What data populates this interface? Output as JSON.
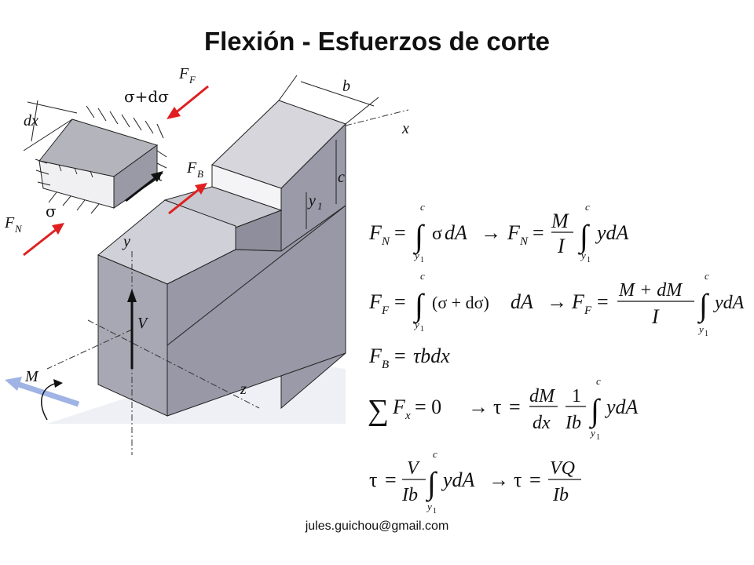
{
  "title": "Flexión - Esfuerzos de corte",
  "footer": "jules.guichou@gmail.com",
  "labels": {
    "b": "b",
    "x": "x",
    "c": "c",
    "y1": "y",
    "y1_sub": "1",
    "y": "y",
    "V": "V",
    "M": "M",
    "z": "z",
    "dx": "dx",
    "sigma_dsigma": "σ+dσ",
    "sigma": "σ",
    "tau": "τ",
    "FF": "F",
    "FF_sub": "F",
    "FB": "F",
    "FB_sub": "B",
    "FN": "F",
    "FN_sub": "N"
  },
  "equations": [
    {
      "left": "Fₙ = ∫ σdA",
      "right": "→ Fₙ = (M / I) ∫ ydA"
    },
    {
      "left": "F_F = ∫ (σ + dσ)dA",
      "right": "→ F_F = ((M + dM) / I) ∫ ydA"
    },
    {
      "left": "F_B = τbdx",
      "right": ""
    },
    {
      "left": "ΣF_x = 0",
      "right": "→ τ = (dM/dx)(1/Ib) ∫ ydA"
    },
    {
      "left": "τ = (V/Ib) ∫ ydA",
      "right": "→ τ = VQ/Ib"
    }
  ],
  "eq_text": {
    "F": "F",
    "N": "N",
    "FF": "F",
    "B": "B",
    "x": "x",
    "eq": "=",
    "sigma": "σ",
    "dA": "dA",
    "ydA": "ydA",
    "arrow": "→",
    "M": "M",
    "I": "I",
    "MdM": "M + dM",
    "sigma_paren": "(σ + dσ)",
    "tbdx": "τbdx",
    "sum": "∑",
    "zero": "= 0",
    "tau": "τ",
    "dM": "dM",
    "dx": "dx",
    "one": "1",
    "Ib": "Ib",
    "V": "V",
    "VQ": "VQ",
    "c": "c",
    "y1": "y",
    "sub1": "1",
    "int": "∫"
  },
  "colors": {
    "block": "#a8a8b4",
    "block_dark": "#9090a0",
    "block_top": "#d6d6dc",
    "red": "#e02020",
    "blue": "#9fb4e4"
  }
}
